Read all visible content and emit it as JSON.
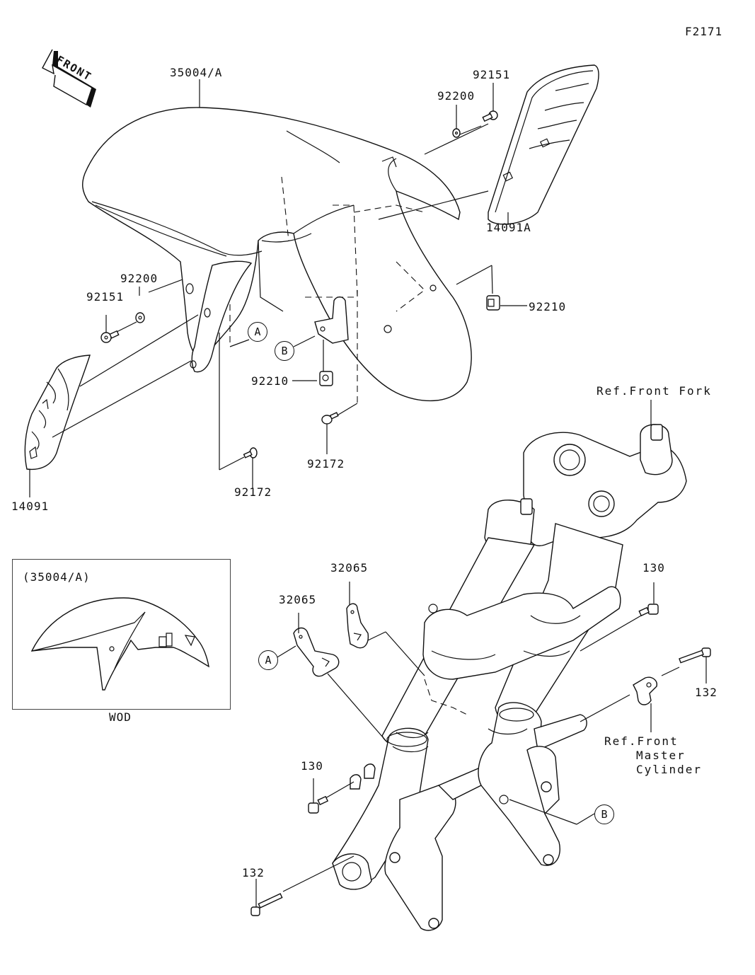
{
  "diagram": {
    "figure_code": "F2171",
    "direction_badge": "FRONT",
    "parts": [
      {
        "id": "p1",
        "number": "35004/A"
      },
      {
        "id": "p2",
        "number": "92151"
      },
      {
        "id": "p3",
        "number": "92200"
      },
      {
        "id": "p4",
        "number": "14091A"
      },
      {
        "id": "p5",
        "number": "92200"
      },
      {
        "id": "p6",
        "number": "92151"
      },
      {
        "id": "p7",
        "number": "92210"
      },
      {
        "id": "p8",
        "number": "92210"
      },
      {
        "id": "p9",
        "number": "92172"
      },
      {
        "id": "p10",
        "number": "92172"
      },
      {
        "id": "p11",
        "number": "14091"
      },
      {
        "id": "p12",
        "number": "32065"
      },
      {
        "id": "p13",
        "number": "32065"
      },
      {
        "id": "p14",
        "number": "130"
      },
      {
        "id": "p15",
        "number": "132"
      },
      {
        "id": "p16",
        "number": "130"
      },
      {
        "id": "p17",
        "number": "132"
      }
    ],
    "references": {
      "front_fork": "Ref.Front Fork",
      "master_cylinder_line1": "Ref.Front",
      "master_cylinder_line2": "Master",
      "master_cylinder_line3": "Cylinder"
    },
    "callouts": {
      "a": "A",
      "b": "B"
    },
    "inset": {
      "title": "(35004/A)",
      "caption": "WOD"
    }
  },
  "colors": {
    "line": "#111111",
    "background": "#ffffff"
  }
}
